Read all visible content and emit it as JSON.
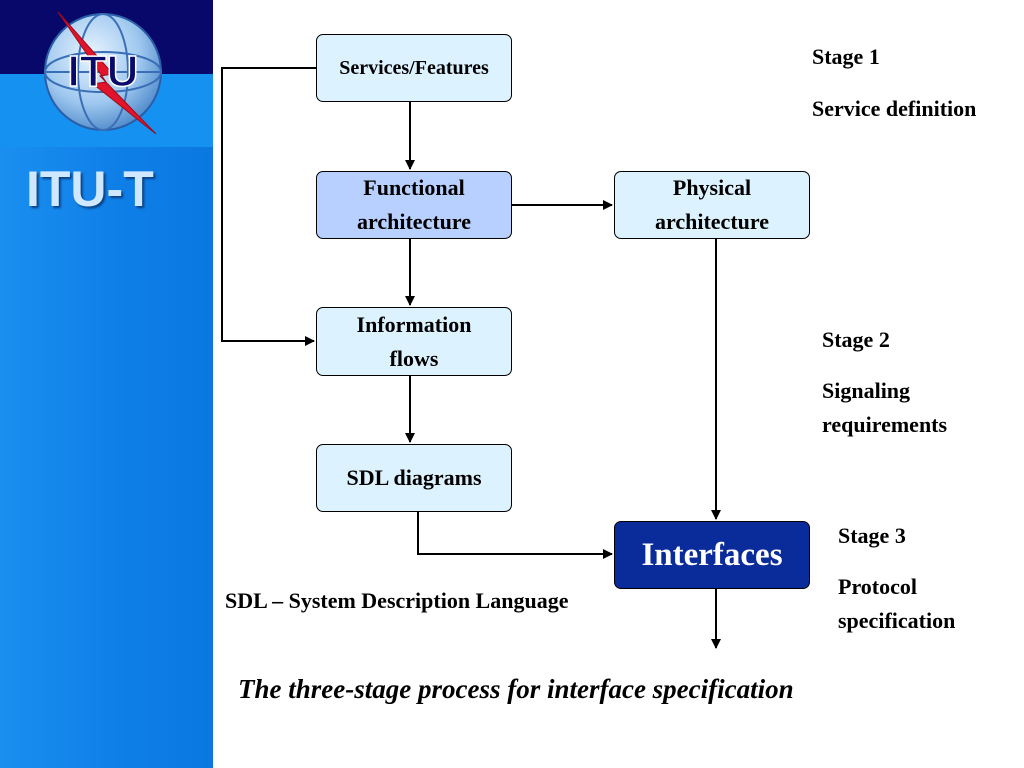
{
  "sidebar": {
    "logo_text": "ITU",
    "brand": "ITU-T"
  },
  "boxes": {
    "services": "Services/Features",
    "functional_line1": "Functional",
    "functional_line2": "architecture",
    "physical_line1": "Physical",
    "physical_line2": "architecture",
    "information_line1": "Information",
    "information_line2": "flows",
    "sdl": "SDL diagrams",
    "interfaces": "Interfaces"
  },
  "stages": {
    "stage1_title": "Stage 1",
    "stage1_desc": "Service definition",
    "stage2_title": "Stage 2",
    "stage2_desc_line1": "Signaling",
    "stage2_desc_line2": "requirements",
    "stage3_title": "Stage 3",
    "stage3_desc_line1": "Protocol",
    "stage3_desc_line2": "specification"
  },
  "notes": {
    "sdl_definition": "SDL – System Description Language",
    "caption": "The three-stage process for interface specification"
  },
  "colors": {
    "sidebar_blue": "#0f7fe8",
    "logo_navy": "#08086a",
    "box_light": "#dcf2ff",
    "box_medium": "#b8d0ff",
    "box_dark": "#0a2b9a"
  },
  "icons": {
    "logo": "itu-globe-logo-icon"
  }
}
